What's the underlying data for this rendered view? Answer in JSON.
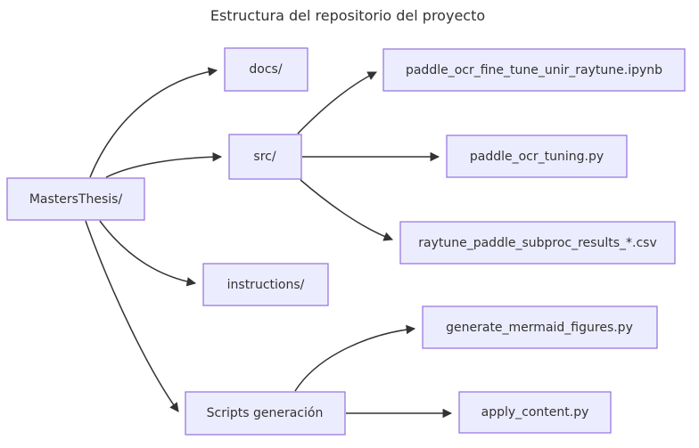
{
  "title": "Estructura del repositorio del proyecto",
  "colors": {
    "node-fill": "#ECECFF",
    "node-border": "#9370DB",
    "edge-color": "#333333",
    "text-color": "#333333",
    "canvas-bg": "#FFFFFF"
  },
  "diagram": {
    "type": "flowchart",
    "direction": "LR",
    "nodes": [
      {
        "id": "root",
        "label": "MastersThesis/"
      },
      {
        "id": "docs",
        "label": "docs/"
      },
      {
        "id": "src",
        "label": "src/"
      },
      {
        "id": "ipynb",
        "label": "paddle_ocr_fine_tune_unir_raytune.ipynb"
      },
      {
        "id": "tuning",
        "label": "paddle_ocr_tuning.py"
      },
      {
        "id": "csv",
        "label": "raytune_paddle_subproc_results_*.csv"
      },
      {
        "id": "instructions",
        "label": "instructions/"
      },
      {
        "id": "generate",
        "label": "generate_mermaid_figures.py"
      },
      {
        "id": "scripts",
        "label": "Scripts generación"
      },
      {
        "id": "apply",
        "label": "apply_content.py"
      }
    ],
    "edges": [
      {
        "from": "MastersThesis/",
        "to": "docs/"
      },
      {
        "from": "MastersThesis/",
        "to": "src/"
      },
      {
        "from": "MastersThesis/",
        "to": "instructions/"
      },
      {
        "from": "MastersThesis/",
        "to": "Scripts generación"
      },
      {
        "from": "src/",
        "to": "paddle_ocr_fine_tune_unir_raytune.ipynb"
      },
      {
        "from": "src/",
        "to": "paddle_ocr_tuning.py"
      },
      {
        "from": "src/",
        "to": "raytune_paddle_subproc_results_*.csv"
      },
      {
        "from": "Scripts generación",
        "to": "generate_mermaid_figures.py"
      },
      {
        "from": "Scripts generación",
        "to": "apply_content.py"
      }
    ]
  }
}
